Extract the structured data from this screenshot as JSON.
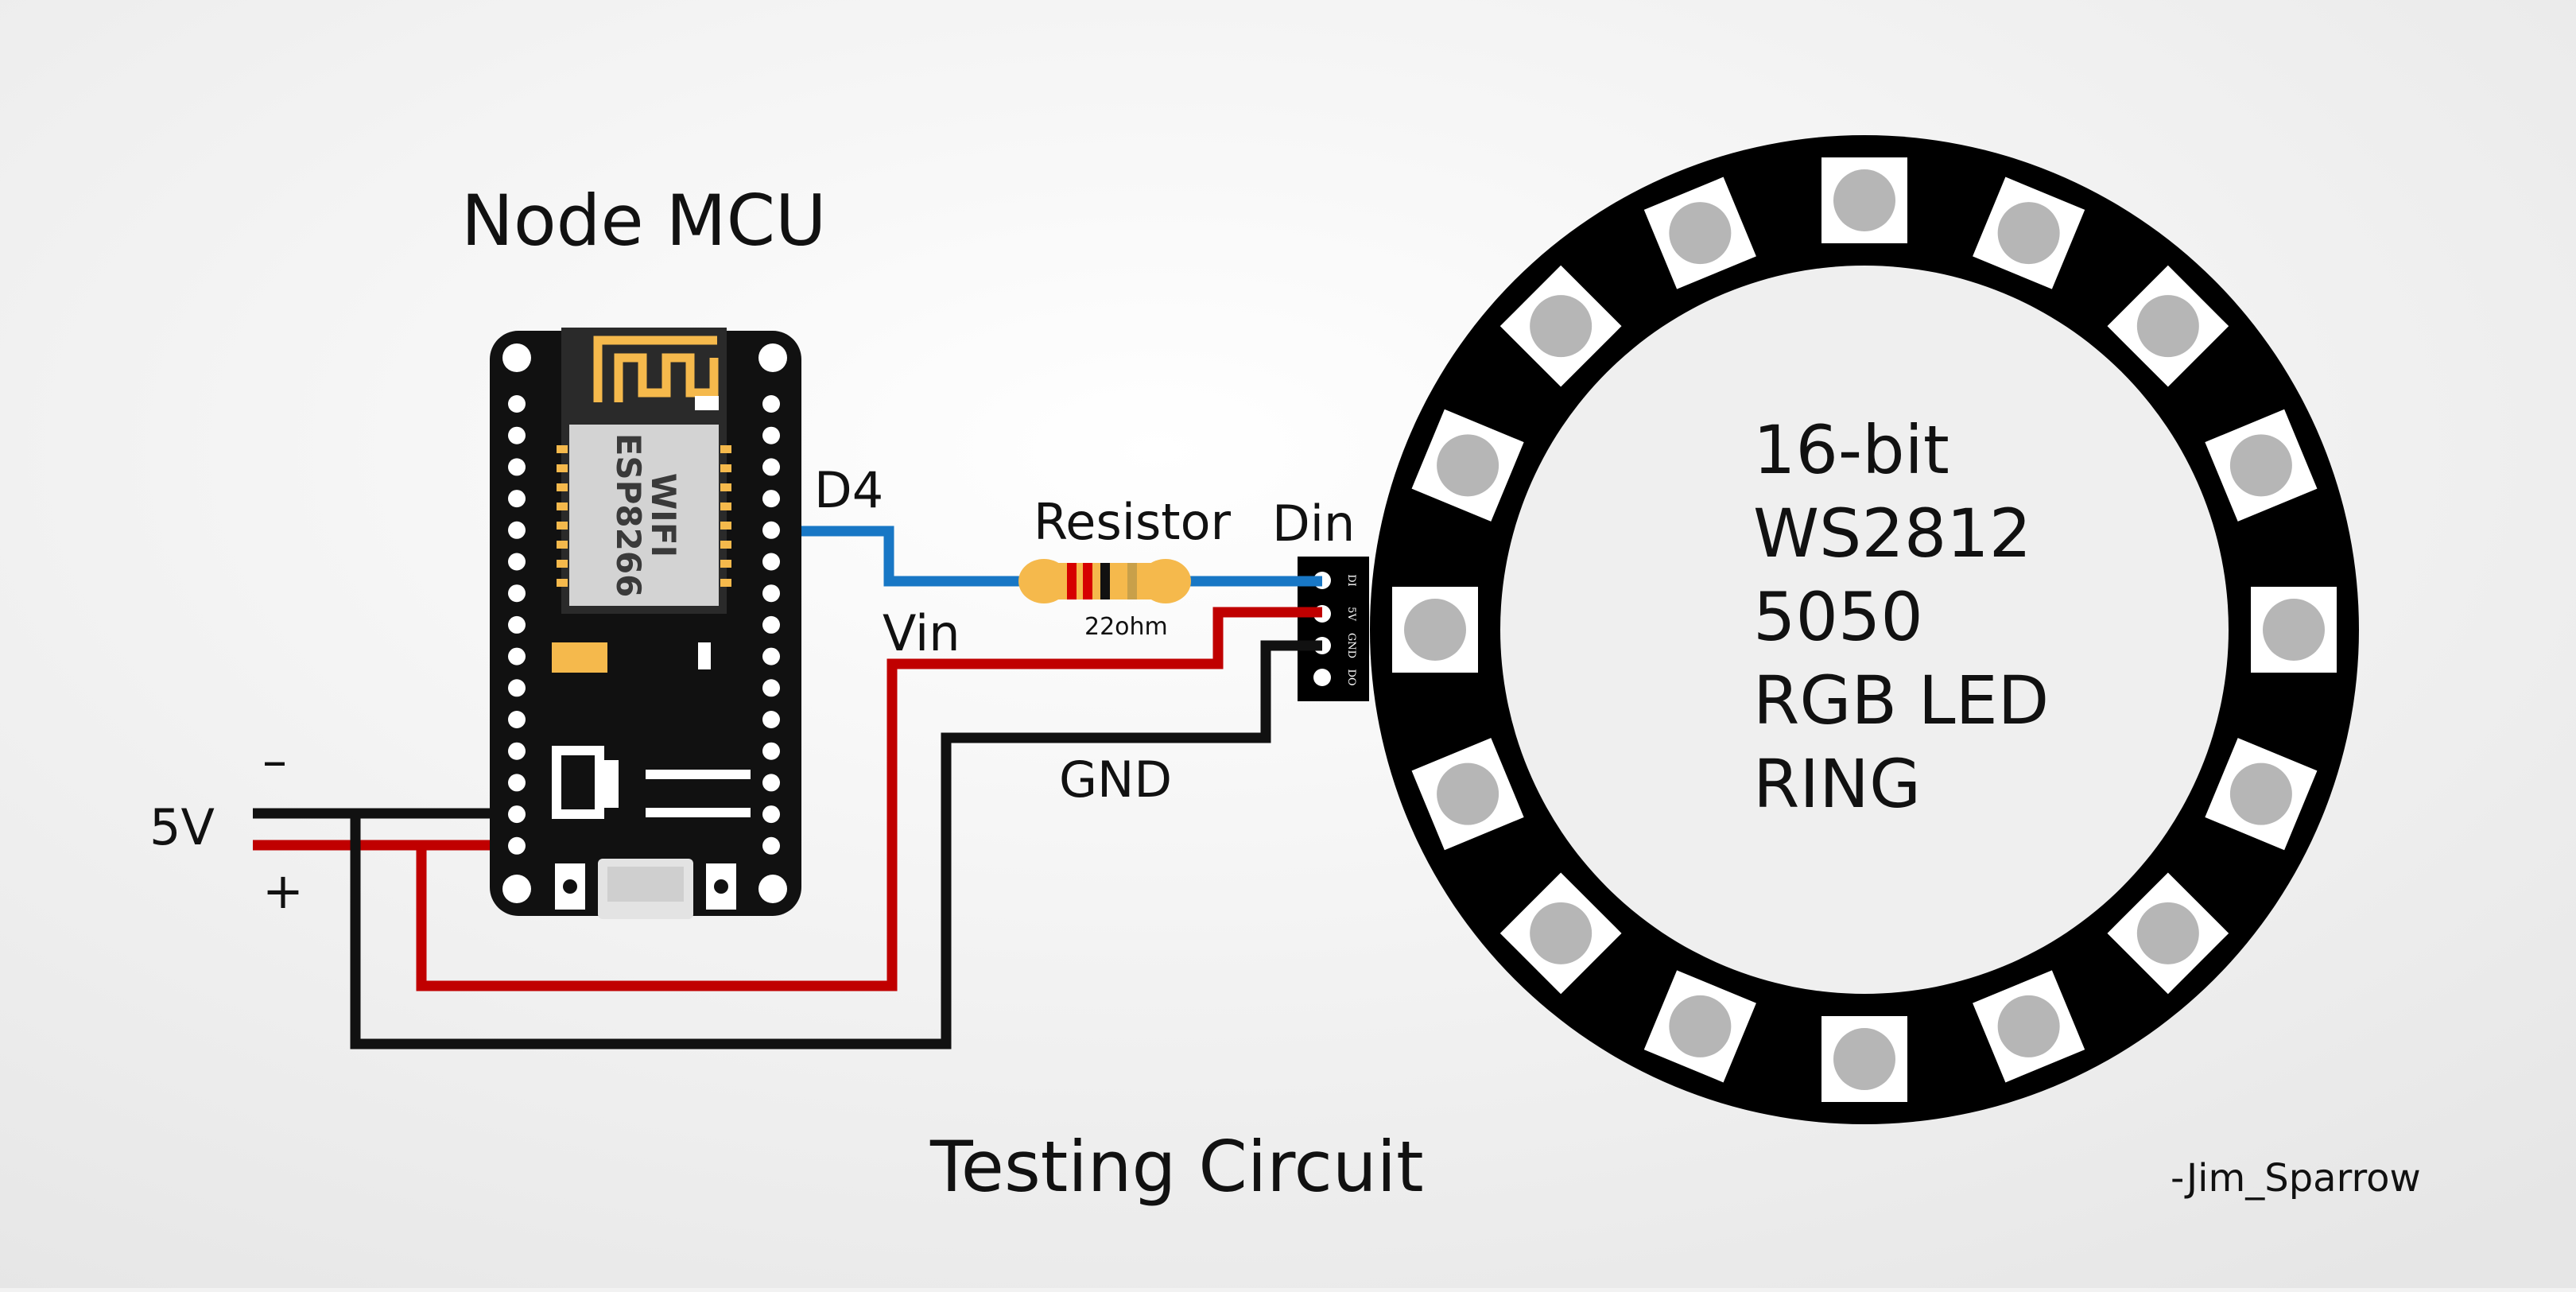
{
  "mcu": {
    "title": "Node MCU",
    "chip_line1": "WIFI",
    "chip_line2": "ESP8266"
  },
  "labels": {
    "d4": "D4",
    "vin": "Vin",
    "gnd": "GND",
    "resistor": "Resistor",
    "resistor_value": "22ohm",
    "din": "Din",
    "supply_minus": "–",
    "supply_voltage": "5V",
    "supply_plus": "+"
  },
  "connector_pins": [
    "DI",
    "5V",
    "GND",
    "DO"
  ],
  "ring": {
    "lines": [
      "16-bit",
      "WS2812",
      "5050",
      "RGB LED",
      "RING"
    ],
    "led_count": 16
  },
  "footer": {
    "title": "Testing Circuit",
    "author": "-Jim_Sparrow"
  },
  "colors": {
    "signal_wire": "#1877c5",
    "power_wire": "#c00000",
    "ground_wire": "#111111",
    "board": "#111111",
    "antenna": "#f5b94c",
    "led_face": "#b6b6b6",
    "led_frame": "#ffffff"
  }
}
